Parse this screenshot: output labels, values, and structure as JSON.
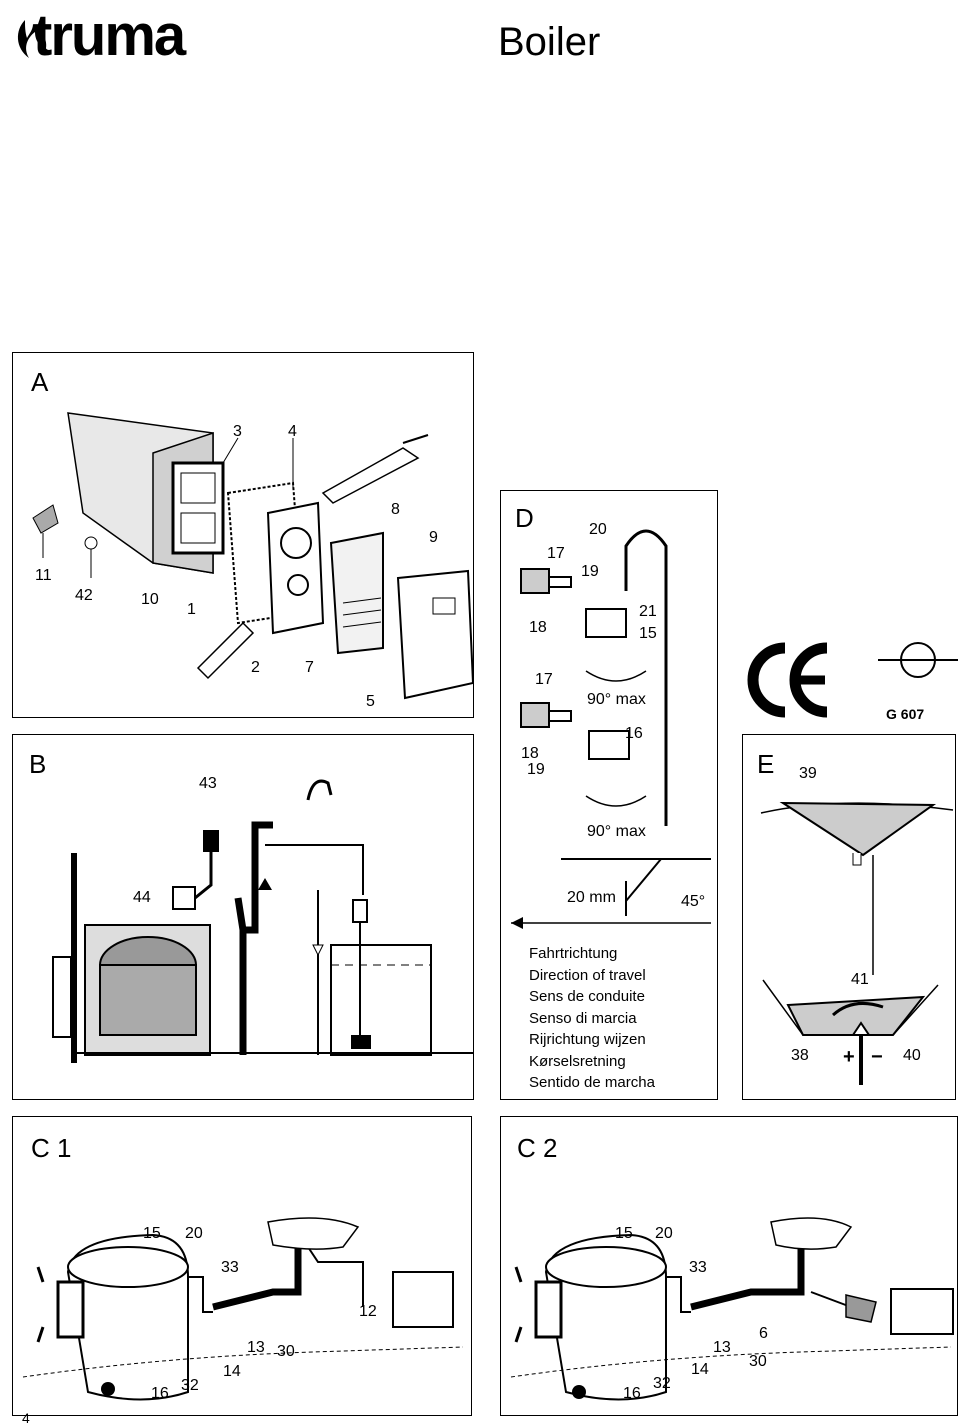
{
  "header": {
    "brand": "truma",
    "title": "Boiler"
  },
  "page_number": "4",
  "panels": {
    "a": {
      "label": "A",
      "numbers": [
        "3",
        "4",
        "8",
        "9",
        "11",
        "42",
        "10",
        "1",
        "2",
        "7",
        "5"
      ]
    },
    "b": {
      "label": "B",
      "numbers": [
        "43",
        "44"
      ]
    },
    "d": {
      "label": "D",
      "numbers": [
        "20",
        "17",
        "19",
        "18",
        "21",
        "15",
        "17",
        "16",
        "18",
        "19"
      ],
      "angle_top": "90° max",
      "angle_bottom": "90° max",
      "distance": "20 mm",
      "tilt": "45°",
      "direction": [
        "Fahrtrichtung",
        "Direction of travel",
        "Sens de conduite",
        "Senso di marcia",
        "Rijrichtung wijzen",
        "Kørselsretning",
        "Sentido de marcha"
      ]
    },
    "e": {
      "label": "E",
      "numbers": [
        "39",
        "41",
        "38",
        "40"
      ],
      "mark": "G 607"
    },
    "c1": {
      "label": "C 1",
      "numbers": [
        "15",
        "20",
        "33",
        "12",
        "13",
        "30",
        "14",
        "16",
        "32"
      ]
    },
    "c2": {
      "label": "C 2",
      "numbers": [
        "15",
        "20",
        "33",
        "6",
        "13",
        "30",
        "14",
        "16",
        "32"
      ]
    }
  }
}
